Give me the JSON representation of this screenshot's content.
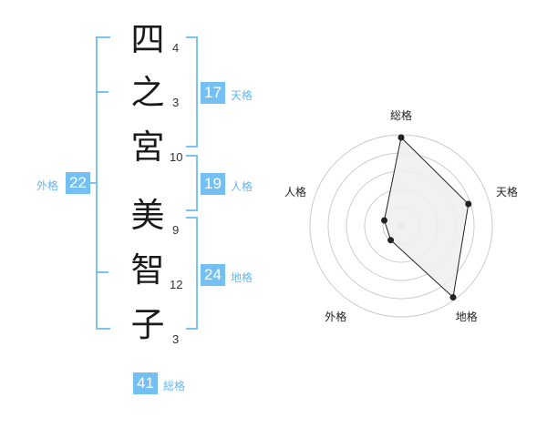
{
  "surname": [
    {
      "char": "四",
      "strokes": "4"
    },
    {
      "char": "之",
      "strokes": "3"
    },
    {
      "char": "宮",
      "strokes": "10"
    }
  ],
  "given": [
    {
      "char": "美",
      "strokes": "9"
    },
    {
      "char": "智",
      "strokes": "12"
    },
    {
      "char": "子",
      "strokes": "3"
    }
  ],
  "fortunes": {
    "tenkaku": {
      "value": "17",
      "label": "天格"
    },
    "jinkaku": {
      "value": "19",
      "label": "人格"
    },
    "chikaku": {
      "value": "24",
      "label": "地格"
    },
    "gaikaku": {
      "value": "22",
      "label": "外格"
    },
    "soukaku": {
      "value": "41",
      "label": "総格"
    }
  },
  "chart_data": {
    "type": "radar",
    "axes": [
      "総格",
      "天格",
      "地格",
      "外格",
      "人格"
    ],
    "values": [
      5,
      4,
      5,
      1,
      1
    ],
    "max": 5,
    "rings": 5,
    "colors": {
      "fill": "#efefef",
      "line": "#222222",
      "grid": "#cccccc"
    }
  }
}
